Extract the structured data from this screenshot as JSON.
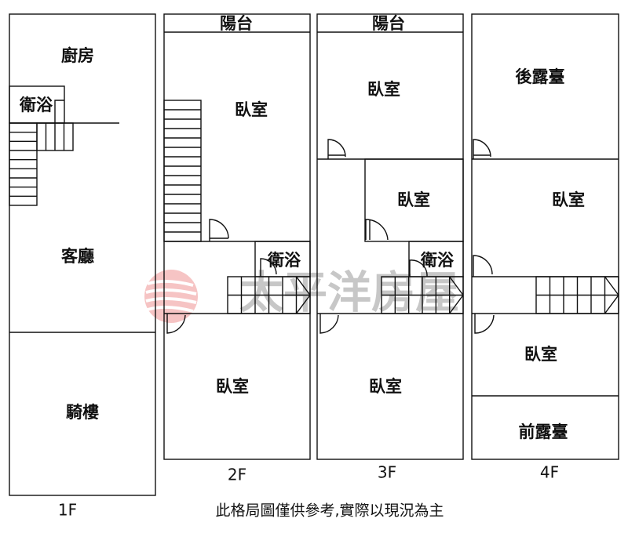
{
  "floors": {
    "f1": {
      "label": "1F",
      "rooms": {
        "kitchen": "廚房",
        "bath": "衛浴",
        "living": "客廳",
        "arcade": "騎樓"
      }
    },
    "f2": {
      "label": "2F",
      "rooms": {
        "balcony": "陽台",
        "bedroom_back": "臥室",
        "bath": "衛浴",
        "bedroom_front": "臥室"
      }
    },
    "f3": {
      "label": "3F",
      "rooms": {
        "balcony": "陽台",
        "bedroom_back": "臥室",
        "bedroom_mid": "臥室",
        "bath": "衛浴",
        "bedroom_front": "臥室"
      }
    },
    "f4": {
      "label": "4F",
      "rooms": {
        "rear_terrace": "後露臺",
        "bedroom_mid": "臥室",
        "bedroom_front": "臥室",
        "front_terrace": "前露臺"
      }
    }
  },
  "caption": "此格局圖僅供參考,實際以現況為主",
  "watermark": "太平洋房屋",
  "colors": {
    "wall": "#111111",
    "watermark_red": "#e85a5a",
    "watermark_gray": "#9a9a9a"
  }
}
